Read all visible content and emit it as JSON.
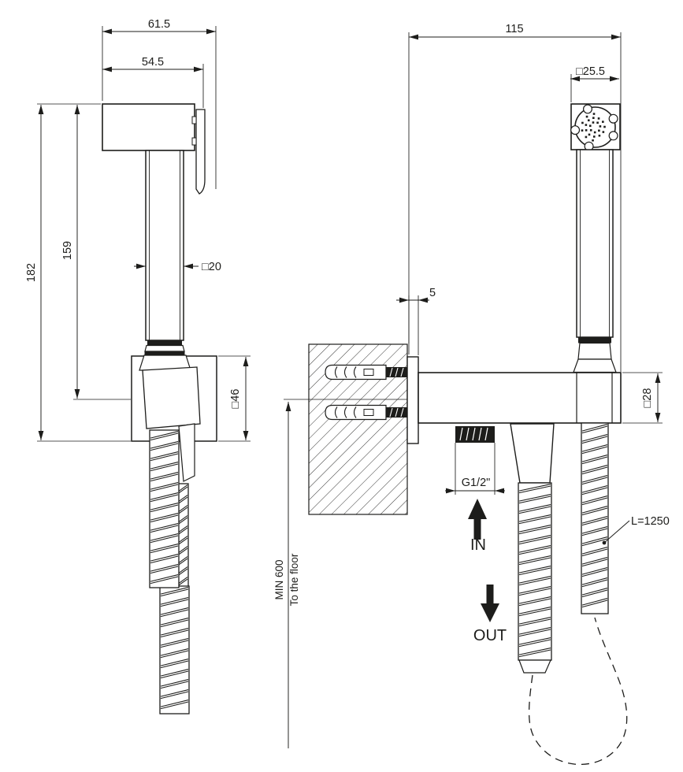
{
  "colors": {
    "line": "#1d1d1b",
    "background": "#ffffff"
  },
  "side_view": {
    "dim_overall_width": "61.5",
    "dim_body_width": "54.5",
    "dim_overall_height": "182",
    "dim_handle_height": "159",
    "dim_handle_square": "□20",
    "dim_holder_square": "□46"
  },
  "front_view": {
    "dim_overall_depth": "115",
    "dim_head_square": "□25.5",
    "dim_plate_thickness": "5",
    "dim_bar_square": "□28",
    "dim_inlet_thread": "G1/2\"",
    "label_in": "IN",
    "label_out": "OUT",
    "label_hose_length": "L=1250",
    "label_min_height": "MIN 600",
    "label_min_height_note": "To the floor"
  }
}
